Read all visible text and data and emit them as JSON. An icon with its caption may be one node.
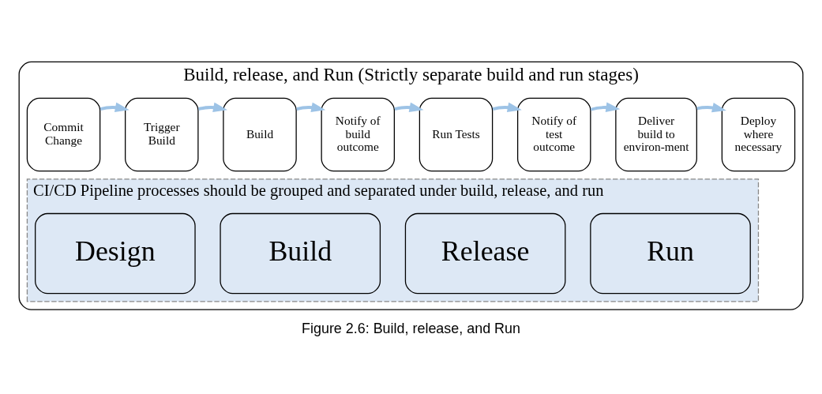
{
  "diagram": {
    "caption": "Figure 2.6: Build, release, and Run",
    "nodes": [
      {
        "text": [
          "Build, release, and Run (Strictly separate build and run stages)"
        ]
      },
      {
        "text": [
          "Commit Change"
        ],
        "in": 0
      },
      {
        "text": [
          "Trigger Build"
        ],
        "in": 0
      },
      {
        "text": [
          "Build"
        ],
        "in": 0
      },
      {
        "text": [
          "Notify of build outcome"
        ],
        "in": 0
      },
      {
        "text": [
          "Run Tests"
        ],
        "in": 0
      },
      {
        "text": [
          "Notify of test outcome"
        ],
        "in": 0
      },
      {
        "text": [
          "Deliver build to environ-ment"
        ],
        "in": 0
      },
      {
        "text": [
          "Deploy where necessary"
        ],
        "in": 0
      },
      {
        "text": [
          "CI/CD Pipeline processes should be grouped and separated under build, release, and run"
        ],
        "in": 0
      },
      {
        "text": [
          "Design"
        ],
        "in": 9
      },
      {
        "text": [
          "Build"
        ],
        "in": 9
      },
      {
        "text": [
          "Release"
        ],
        "in": 9
      },
      {
        "text": [
          "Run"
        ],
        "in": 9
      }
    ],
    "edges": [
      {
        "from": 1,
        "to": 2,
        "arrow": "to"
      },
      {
        "from": 2,
        "to": 3,
        "arrow": "to"
      },
      {
        "from": 3,
        "to": 4,
        "arrow": "to"
      },
      {
        "from": 4,
        "to": 5,
        "arrow": "to"
      },
      {
        "from": 5,
        "to": 6,
        "arrow": "to"
      },
      {
        "from": 6,
        "to": 7,
        "arrow": "to"
      },
      {
        "from": 7,
        "to": 8,
        "arrow": "to"
      }
    ]
  }
}
